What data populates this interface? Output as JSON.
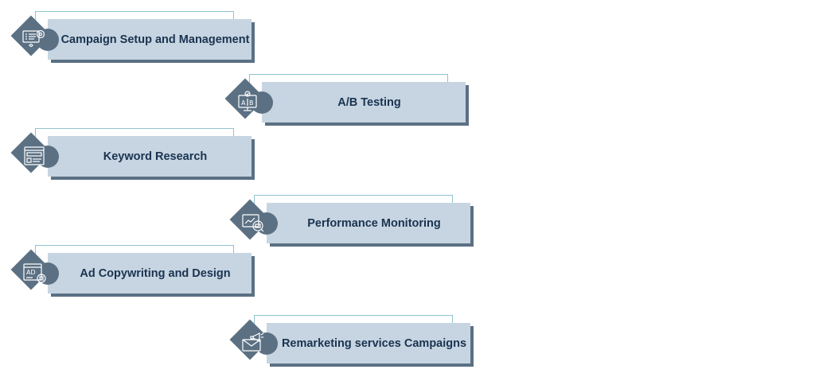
{
  "items": [
    {
      "label": "Campaign Setup and Management",
      "icon": "campaign-settings-icon"
    },
    {
      "label": "A/B Testing",
      "icon": "ab-testing-monitor-icon"
    },
    {
      "label": "Keyword Research",
      "icon": "keyword-research-icon"
    },
    {
      "label": "Performance Monitoring",
      "icon": "performance-monitoring-icon"
    },
    {
      "label": "Ad Copywriting and Design",
      "icon": "ad-design-icon"
    },
    {
      "label": "Remarketing services Campaigns",
      "icon": "email-megaphone-icon"
    }
  ],
  "colors": {
    "box": "#c6d5e1",
    "shadow": "#5b7083",
    "outline": "#8fc3cf",
    "text": "#1a3350"
  }
}
